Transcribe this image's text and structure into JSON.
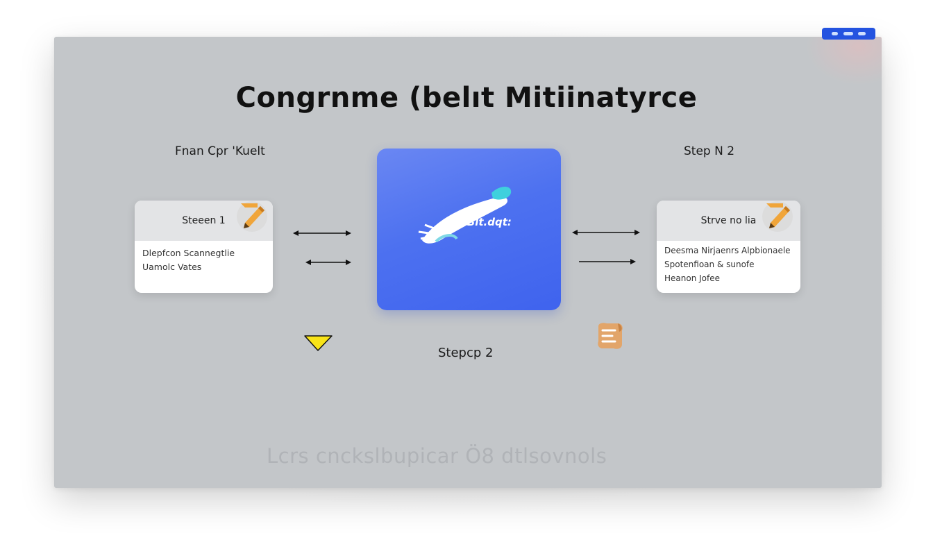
{
  "title": "Congrnme (belıt Mitiinatyrce",
  "label_top_left": "Fnan Cpr 'Kuelt",
  "label_top_right": "Step N 2",
  "label_bottom_center": "Stepcp 2",
  "left_card": {
    "header": "Steeen 1",
    "lines": [
      "Dlepfcon Scannegtlie",
      "Uamolc Vates"
    ]
  },
  "right_card": {
    "header": "Strve no lia",
    "lines": [
      "Deesma Nirjaenrs Alpbionaele",
      "Spotenfioan & sunofe",
      "Heanon Jofee"
    ]
  },
  "center_panel": {
    "logo_text": "\"Blt.dqt:",
    "color": "#4d71f0"
  },
  "footer": "Lcrs  cnckslbupicar  Ö8 dtlsovnols",
  "icons": [
    "pencil-icon",
    "pencil-icon",
    "arrow-double-icon",
    "arrow-double-icon",
    "arrow-double-icon",
    "arrow-right-icon",
    "triangle-icon",
    "scroll-icon",
    "wing-logo-icon",
    "badge-icon"
  ],
  "colors": {
    "slide": "#c3c6c9",
    "badge": "#2453e0",
    "triangle": "#f8e318",
    "pencil": "#f0a53a"
  }
}
